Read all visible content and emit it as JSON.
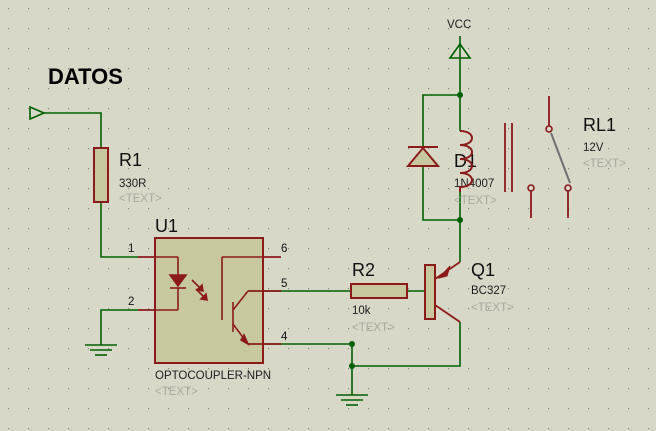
{
  "title": "DATOS",
  "supply_label": "VCC",
  "pin_numbers": [
    "1",
    "2",
    "6",
    "5",
    "4"
  ],
  "components": {
    "r1": {
      "ref": "R1",
      "value": "330R",
      "text": "<TEXT>"
    },
    "u1": {
      "ref": "U1",
      "value": "OPTOCOUPLER-NPN",
      "text": "<TEXT>"
    },
    "r2": {
      "ref": "R2",
      "value": "10k",
      "text": "<TEXT>"
    },
    "d1": {
      "ref": "D1",
      "value": "1N4007",
      "text": "<TEXT>"
    },
    "q1": {
      "ref": "Q1",
      "value": "BC327",
      "text": "<TEXT>"
    },
    "rl1": {
      "ref": "RL1",
      "value": "12V",
      "text": "<TEXT>"
    }
  },
  "colors": {
    "wire": "#006000",
    "component": "#8b1a1a",
    "body_fill": "#c8c8a0",
    "grid_dot": "#8a8a7a",
    "ghost_text": "#a8a8a0"
  }
}
